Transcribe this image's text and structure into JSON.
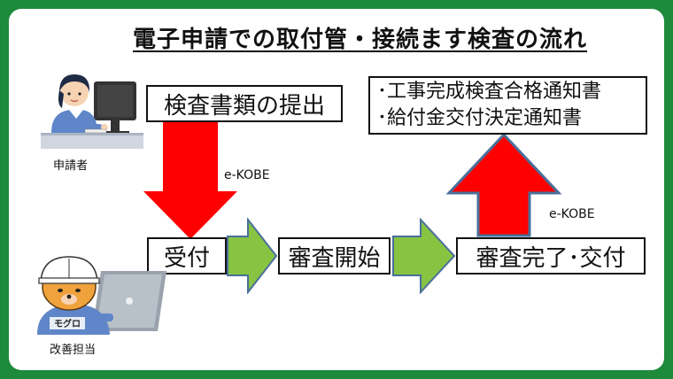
{
  "title": "電子申請での取付管・接続ます検査の流れ",
  "applicant": {
    "box_label": "検査書類の提出",
    "person_label": "申請者"
  },
  "flow": {
    "step1": "受付",
    "step2": "審査開始",
    "step3": "審査完了･交付"
  },
  "result": {
    "lines": [
      "･工事完成検査合格通知書",
      "･給付金交付決定通知書"
    ]
  },
  "channel_label_1": "e-KOBE",
  "channel_label_2": "e-KOBE",
  "officer": {
    "person_label": "改善担当",
    "badge_text": "モグロ"
  },
  "colors": {
    "frame": "#1e8a3c",
    "arrow_red": "#ff0000",
    "arrow_green": "#86c442",
    "arrow_border_blue": "#4a6f9a"
  }
}
